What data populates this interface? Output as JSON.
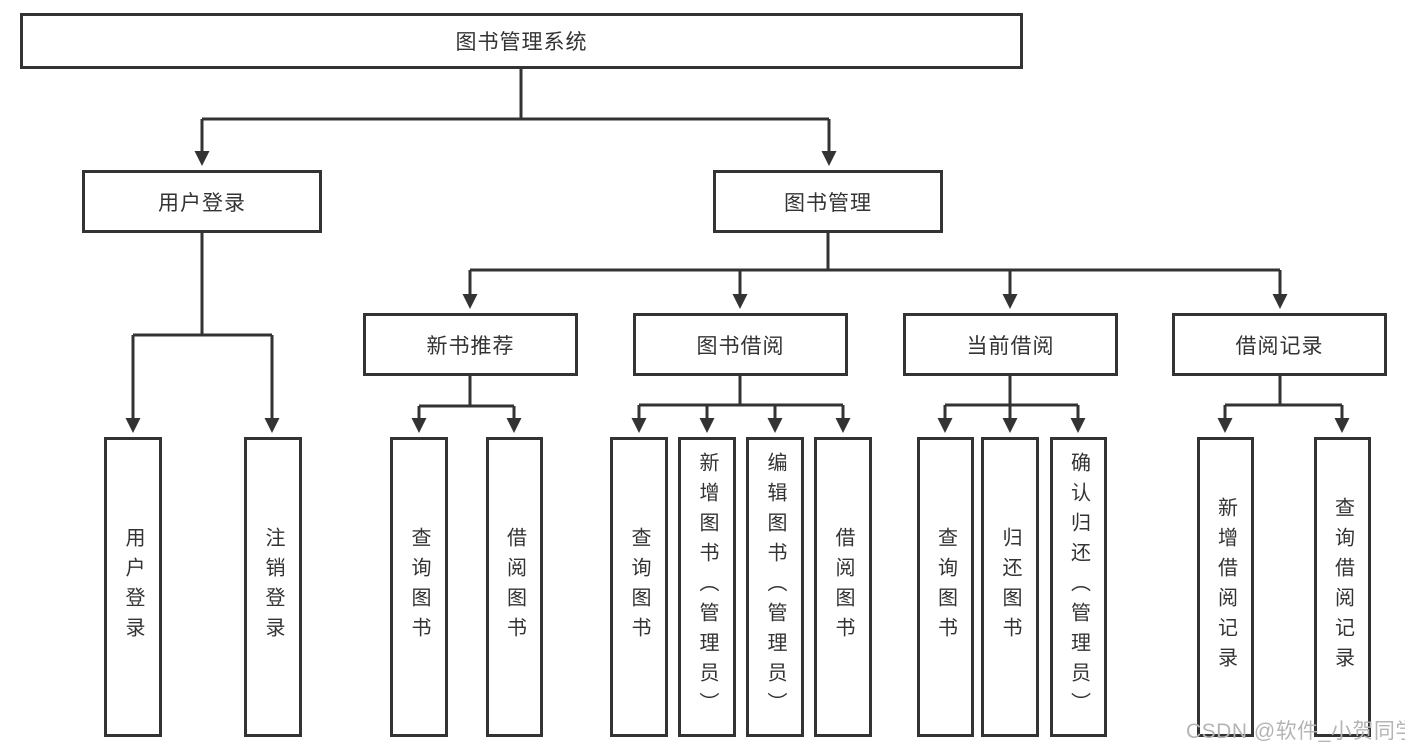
{
  "colors": {
    "line": "#333333",
    "text": "#333333",
    "box_bg": "#ffffff",
    "page_bg": "#ffffff",
    "watermark": "#b5b5b5"
  },
  "watermark": {
    "text": "CSDN @软件_小贺同学"
  },
  "diagram": {
    "type": "tree",
    "root": {
      "label": "图书管理系统"
    },
    "level2": [
      {
        "label": "用户登录"
      },
      {
        "label": "图书管理"
      }
    ],
    "level3": [
      {
        "label": "新书推荐"
      },
      {
        "label": "图书借阅"
      },
      {
        "label": "当前借阅"
      },
      {
        "label": "借阅记录"
      }
    ],
    "leaves": [
      {
        "parent": "用户登录",
        "label": "用户登录"
      },
      {
        "parent": "用户登录",
        "label": "注销登录"
      },
      {
        "parent": "新书推荐",
        "label": "查询图书"
      },
      {
        "parent": "新书推荐",
        "label": "借阅图书"
      },
      {
        "parent": "图书借阅",
        "label": "查询图书"
      },
      {
        "parent": "图书借阅",
        "label": "新增图书（管理员）"
      },
      {
        "parent": "图书借阅",
        "label": "编辑图书（管理员）"
      },
      {
        "parent": "图书借阅",
        "label": "借阅图书"
      },
      {
        "parent": "当前借阅",
        "label": "查询图书"
      },
      {
        "parent": "当前借阅",
        "label": "归还图书"
      },
      {
        "parent": "当前借阅",
        "label": "确认归还（管理员）"
      },
      {
        "parent": "借阅记录",
        "label": "新增借阅记录"
      },
      {
        "parent": "借阅记录",
        "label": "查询借阅记录"
      }
    ]
  }
}
